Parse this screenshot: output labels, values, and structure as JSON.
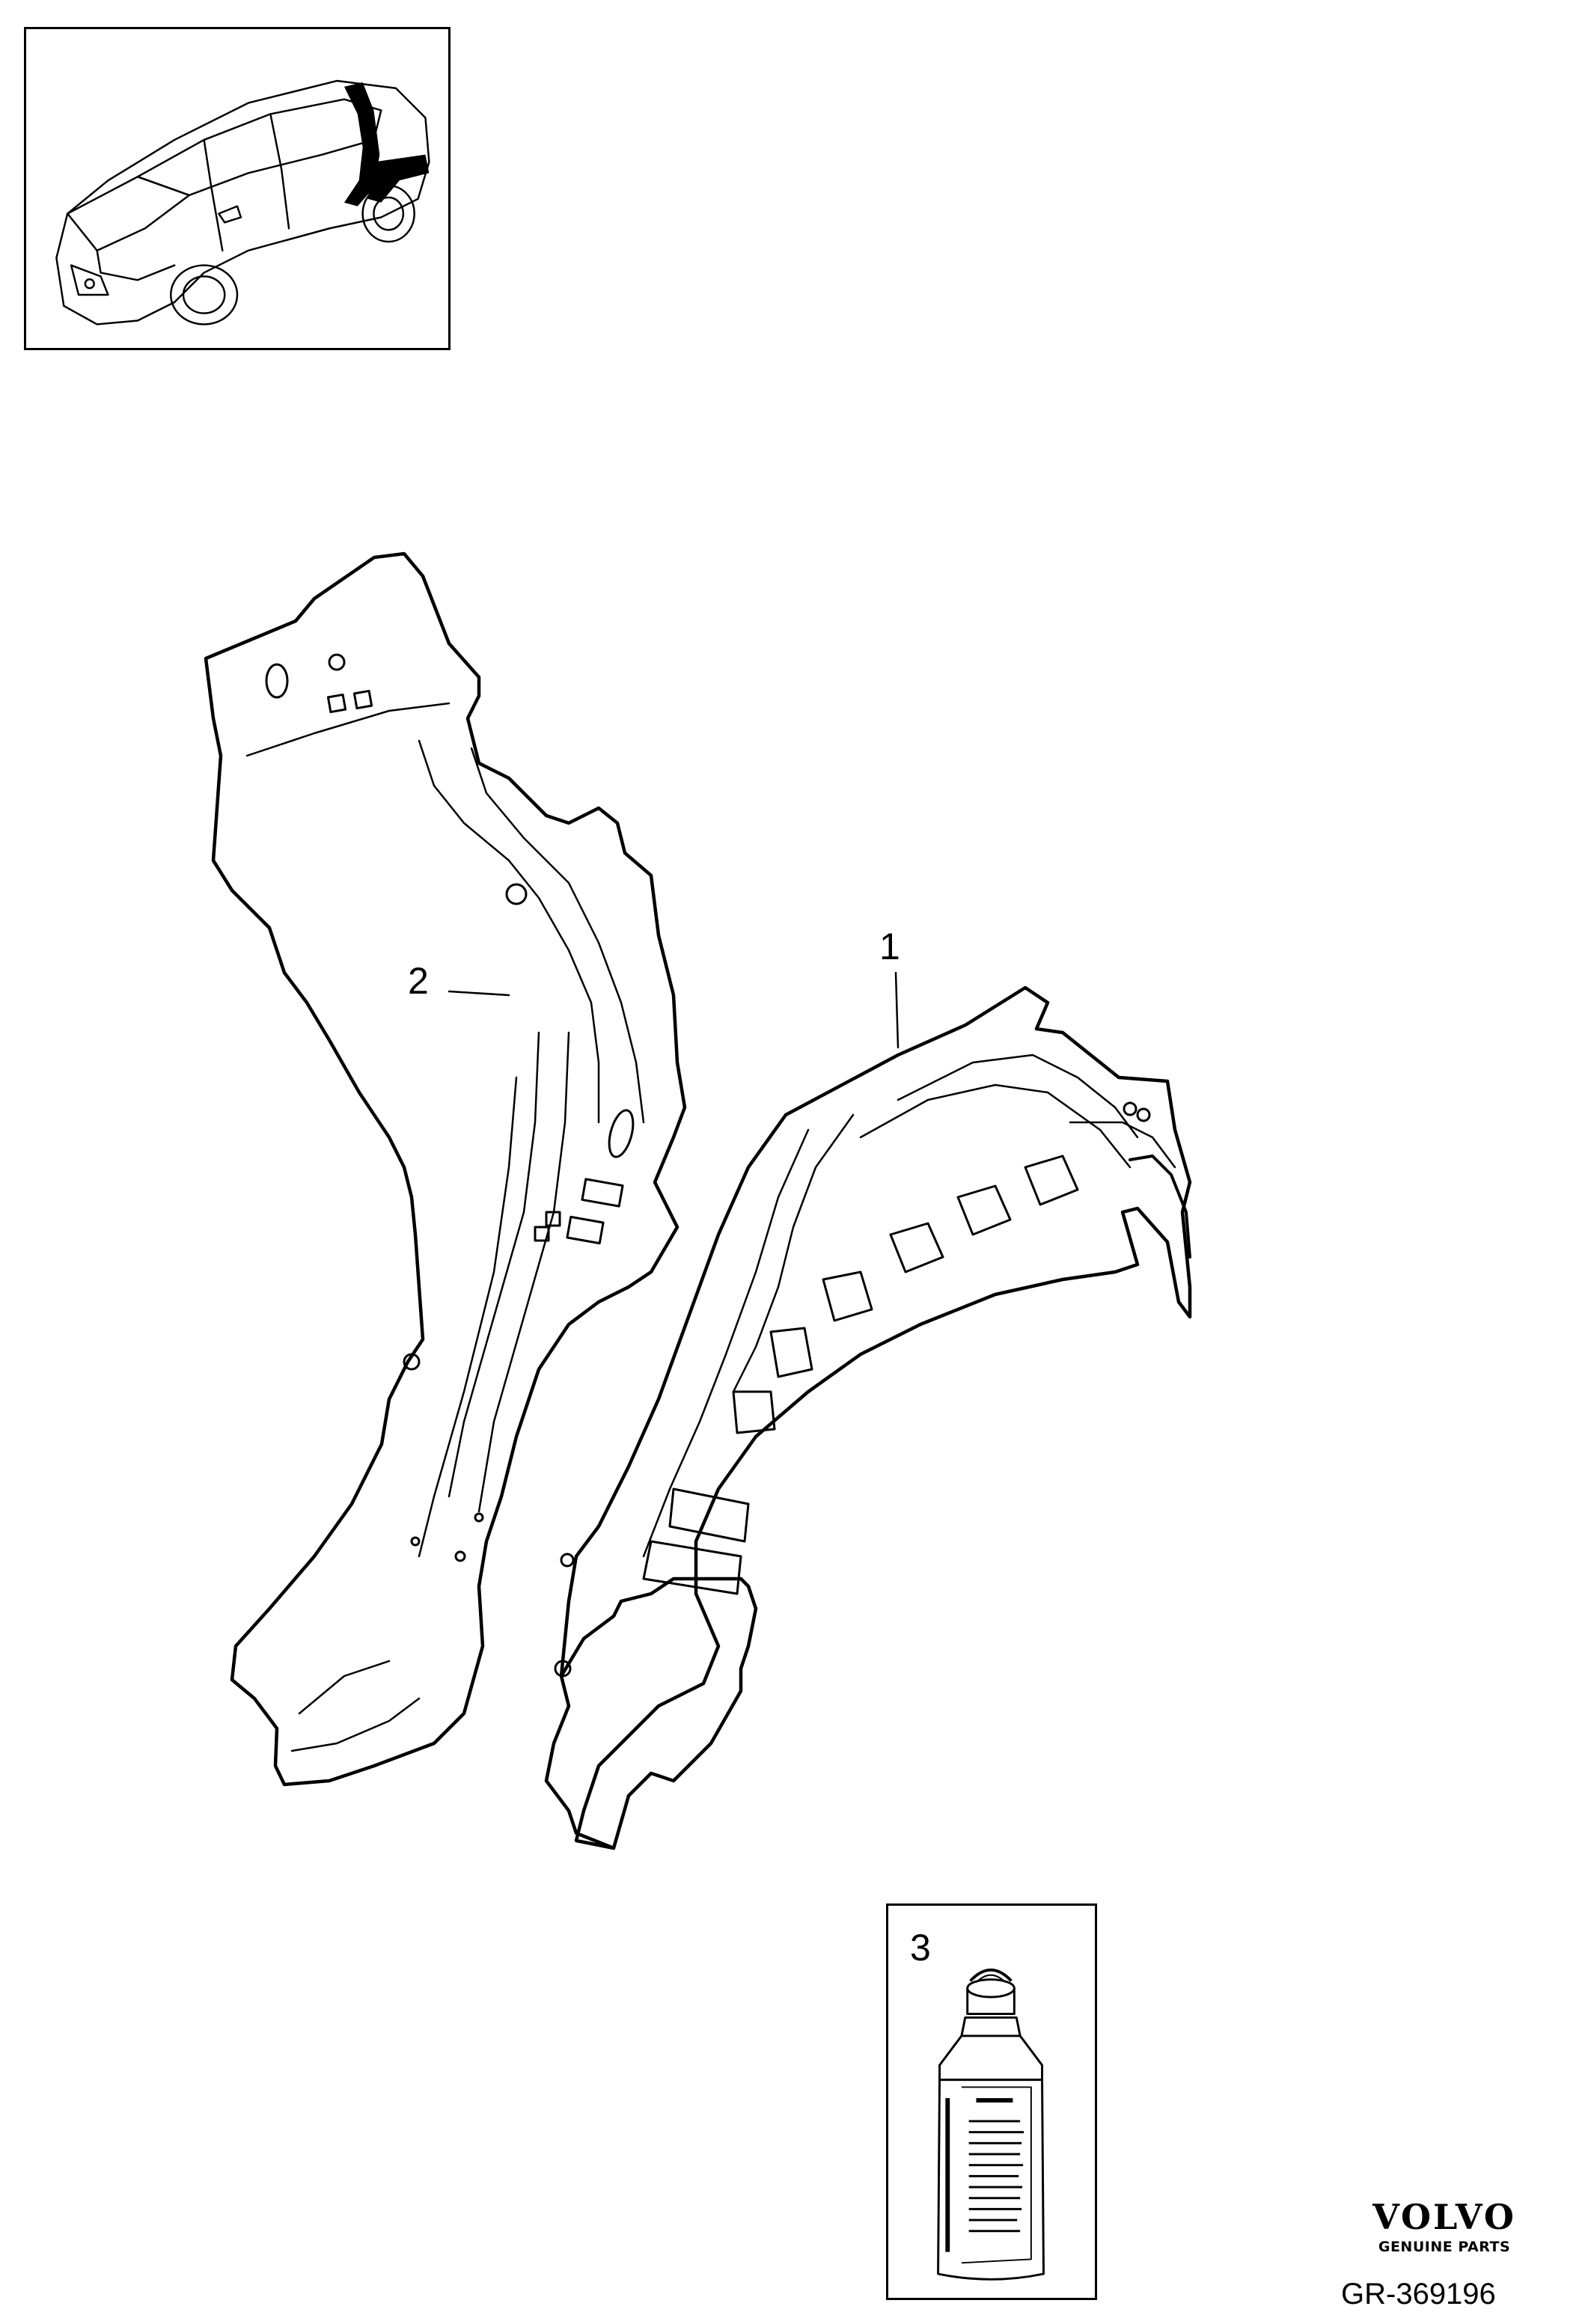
{
  "callouts": {
    "part_1": "1",
    "part_2": "2",
    "part_3": "3"
  },
  "brand": {
    "name": "VOLVO",
    "tagline": "GENUINE PARTS"
  },
  "diagram_id": "GR-369196",
  "colors": {
    "line": "#000000",
    "background": "#ffffff"
  }
}
